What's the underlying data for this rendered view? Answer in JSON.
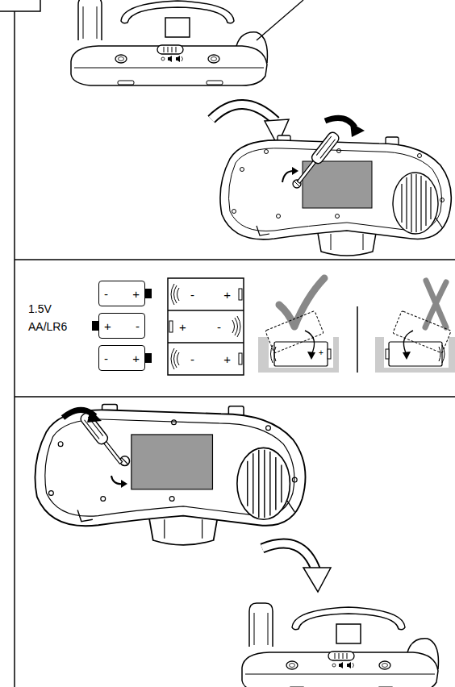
{
  "diagram": {
    "nodes": [
      {
        "text": [
          "-",
          "+"
        ]
      },
      {
        "text": [
          "+",
          "-"
        ]
      },
      {
        "text": [
          "-",
          "+"
        ]
      },
      {
        "text": [
          "-",
          "+"
        ]
      },
      {
        "text": [
          "+",
          "-"
        ]
      },
      {
        "text": [
          "-",
          "+"
        ]
      }
    ],
    "labels": [
      "1.5V",
      "AA/LR6",
      "+"
    ]
  }
}
